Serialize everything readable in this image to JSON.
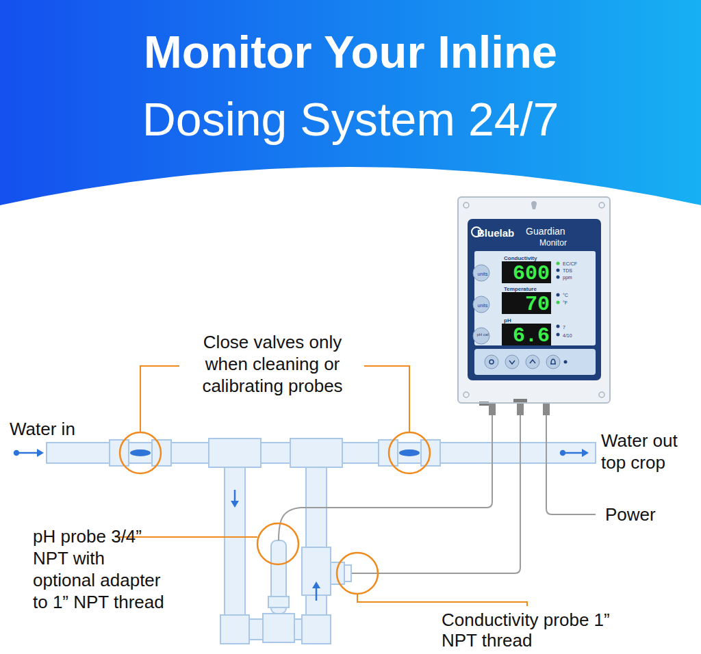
{
  "diagram": {
    "title": "Monitor Your Inline",
    "nodes": [
      {
        "text": [
          "Bluelab",
          "Guardian",
          "Monitor",
          "Conductivity",
          "600",
          "EC/CF",
          "TDS",
          "ppm",
          "Temperature",
          "70",
          "°C",
          "°F",
          "pH",
          "6.6",
          "units",
          "units",
          "pH cal",
          "7",
          "4/10"
        ]
      }
    ],
    "labels": [
      "Dosing System 24/7",
      "Close valves only when cleaning or calibrating probes",
      "Water in",
      "Water out top crop",
      "Power",
      "pH probe 3/4” NPT with optional adapter to 1” NPT thread",
      "Conductivity probe 1” NPT thread"
    ]
  }
}
